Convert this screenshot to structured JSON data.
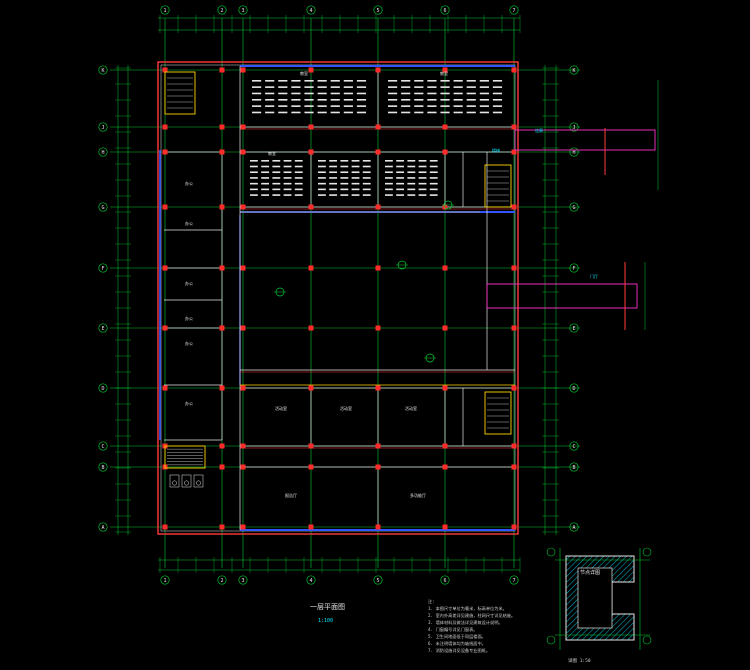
{
  "drawing": {
    "title": "一层平面图",
    "scale_note": "1:100",
    "notes": [
      "注：",
      "1. 本图尺寸单位为毫米，标高单位为米。",
      "2. 室内外高差详见建施，柱网尺寸详见结施。",
      "3. 墙体材料及做法详见建筑设计说明。",
      "4. 门窗编号详见门窗表。",
      "5. 卫生间地面低于同层楼面。",
      "6. 未注明墙体均为轴线居中。",
      "7. 消防设施详见设备专业图纸。"
    ],
    "detail_label": "节点详图",
    "detail_caption": "详图 1:50",
    "grid_cols": [
      "1",
      "2",
      "3",
      "4",
      "5",
      "6",
      "7"
    ],
    "grid_rows": [
      "K",
      "J",
      "H",
      "G",
      "F",
      "E",
      "D",
      "C",
      "B",
      "A"
    ],
    "room_labels": [
      "教室",
      "教室",
      "教室",
      "办公",
      "办公",
      "办公",
      "办公",
      "办公",
      "办公",
      "活动室",
      "活动室",
      "活动室",
      "报告厅",
      "多功能厅"
    ],
    "side_labels": [
      "连廊",
      "门厅",
      "楼梯"
    ]
  },
  "colors": {
    "background": "#000000",
    "grid": "#00cc33",
    "column": "#ff2a2a",
    "wall": "#ff3b3b",
    "blue": "#3355ff",
    "yellow": "#ffd400",
    "magenta": "#ff33cc",
    "white": "#e6e6e6",
    "cyan": "#00e5ff"
  }
}
